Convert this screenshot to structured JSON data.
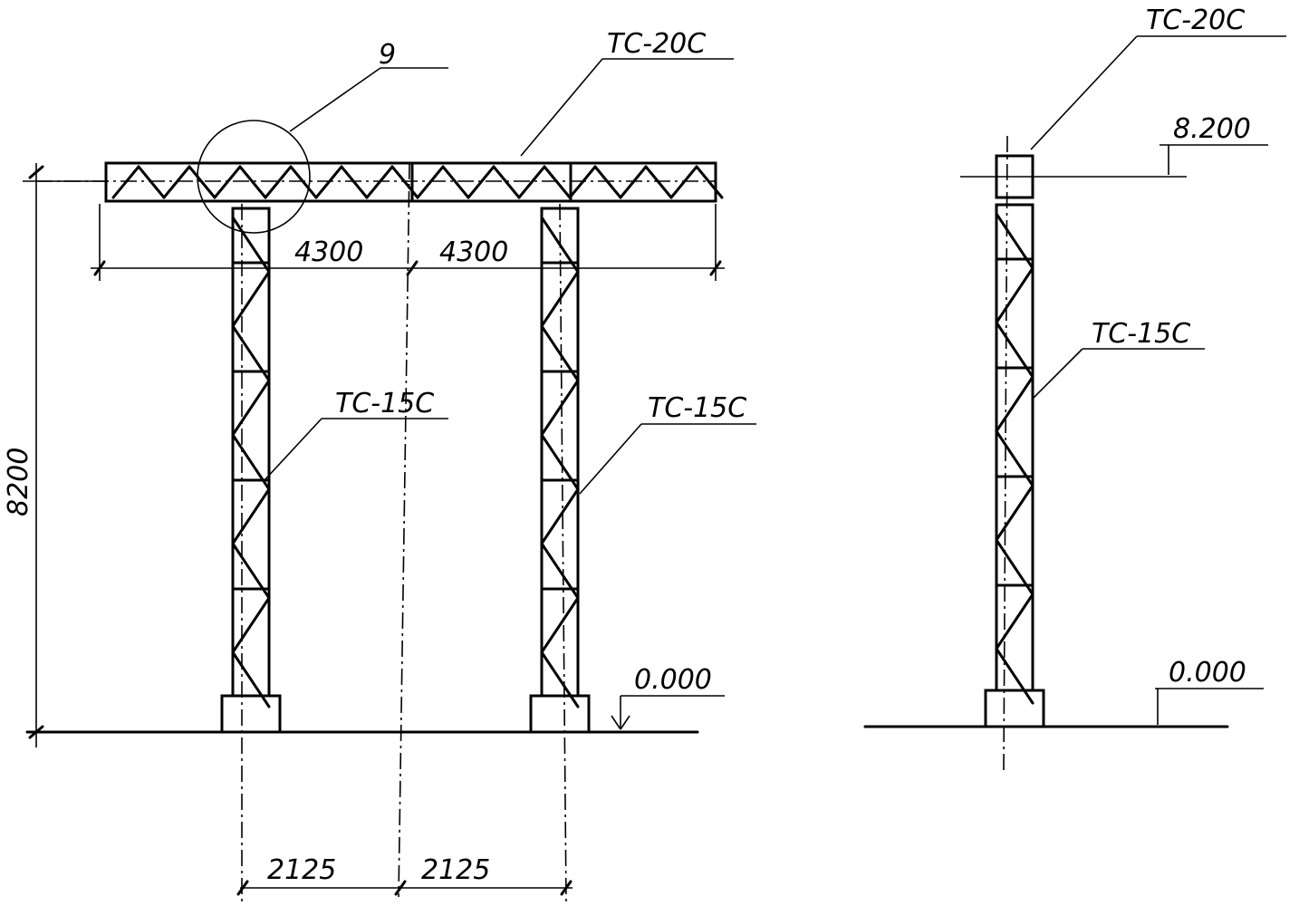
{
  "drawing": {
    "detail_callout": "9",
    "truss_label": "ТС-20С",
    "span_left": "4300",
    "span_right": "4300",
    "height_dim": "8200",
    "column_left_label": "ТС-15С",
    "column_right_label": "ТС-15С",
    "ground_level_left": "0.000",
    "offset_left": "2125",
    "offset_right": "2125"
  },
  "side_view": {
    "truss_label": "ТС-20С",
    "top_level": "8.200",
    "column_label": "ТС-15С",
    "ground_level": "0.000"
  }
}
